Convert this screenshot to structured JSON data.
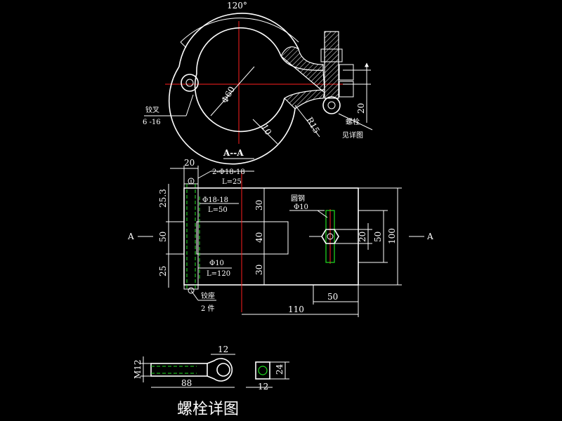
{
  "drawing": {
    "top_view": {
      "angle": "120°",
      "diameter": "Φ60",
      "thickness": "10",
      "radius": "R15",
      "offset": "20",
      "hinge_label_1": "铰叉",
      "hinge_label_2": "6 -16",
      "bolt_label_1": "螺栓",
      "bolt_label_2": "见详图",
      "section": "A--A"
    },
    "front_view": {
      "dim_top": "20",
      "pin1_1": "2-Φ18-18",
      "pin1_2": "L=25",
      "pin2_1": "Φ18-18",
      "pin2_2": "L=50",
      "rod_1": "Φ10",
      "rod_2": "L=120",
      "hinge_1": "铰座",
      "hinge_2": "2 件",
      "ring_1": "圆钢",
      "ring_2": "Φ10",
      "left_25_3": "25.3",
      "left_50": "50",
      "left_25": "25",
      "mid_30_top": "30",
      "mid_40": "40",
      "mid_30_bot": "30",
      "right_20": "20",
      "right_50": "50",
      "right_100": "100",
      "bottom_50": "50",
      "bottom_110": "110",
      "section_left": "A",
      "section_right": "A"
    },
    "bolt_detail": {
      "thread": "M12",
      "head_12": "12",
      "length_88": "88",
      "side_12": "12",
      "side_24": "24",
      "title": "螺栓详图"
    }
  }
}
